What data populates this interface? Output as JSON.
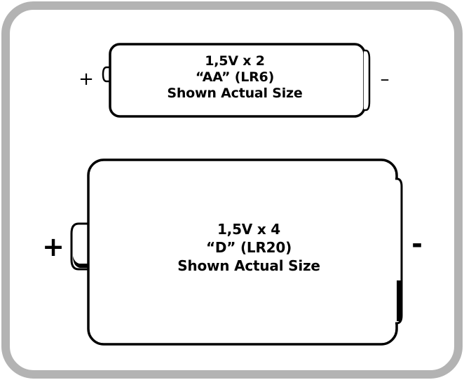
{
  "batteries": {
    "aa": {
      "line1": "1,5V x 2",
      "line2": "“AA” (LR6)",
      "line3": "Shown Actual Size",
      "plus": "+",
      "minus": "–"
    },
    "d": {
      "line1": "1,5V x 4",
      "line2": "“D” (LR20)",
      "line3": "Shown Actual Size",
      "plus": "+",
      "minus": "-"
    }
  },
  "colors": {
    "frame_border": "#b3b3b3",
    "outline": "#000000",
    "background": "#ffffff"
  }
}
